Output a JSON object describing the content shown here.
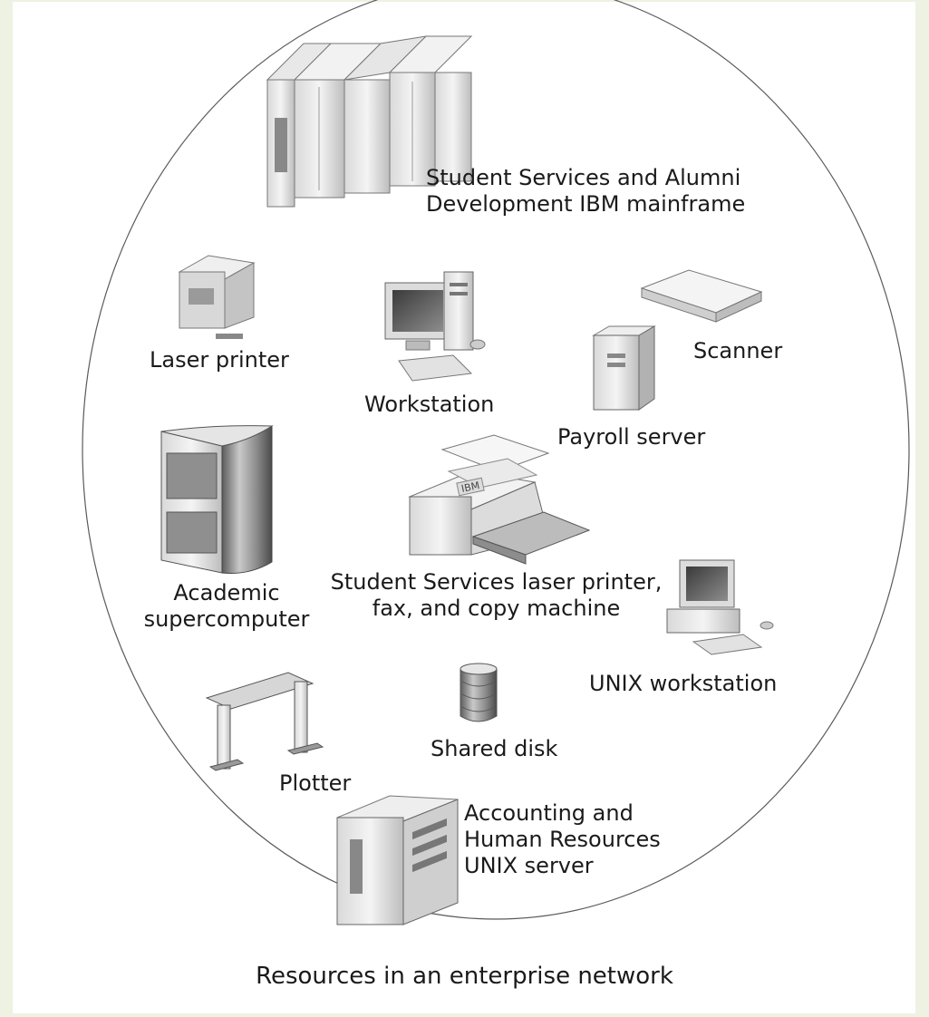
{
  "diagram": {
    "caption": "Resources in an enterprise network",
    "nodes": {
      "mainframe": {
        "label_line1": "Student Services and Alumni",
        "label_line2": "Development IBM mainframe"
      },
      "laser_printer": {
        "label": "Laser printer"
      },
      "workstation": {
        "label": "Workstation"
      },
      "scanner": {
        "label": "Scanner"
      },
      "payroll_server": {
        "label": "Payroll server"
      },
      "supercomputer": {
        "label_line1": "Academic",
        "label_line2": "supercomputer"
      },
      "multifunction": {
        "label_line1": "Student Services laser printer,",
        "label_line2": "fax, and copy machine",
        "device_text": "IBM"
      },
      "unix_workstation": {
        "label": "UNIX workstation"
      },
      "shared_disk": {
        "label": "Shared disk"
      },
      "plotter": {
        "label": "Plotter"
      },
      "unix_server": {
        "label_line1": "Accounting and",
        "label_line2": "Human Resources",
        "label_line3": "UNIX server"
      }
    }
  }
}
